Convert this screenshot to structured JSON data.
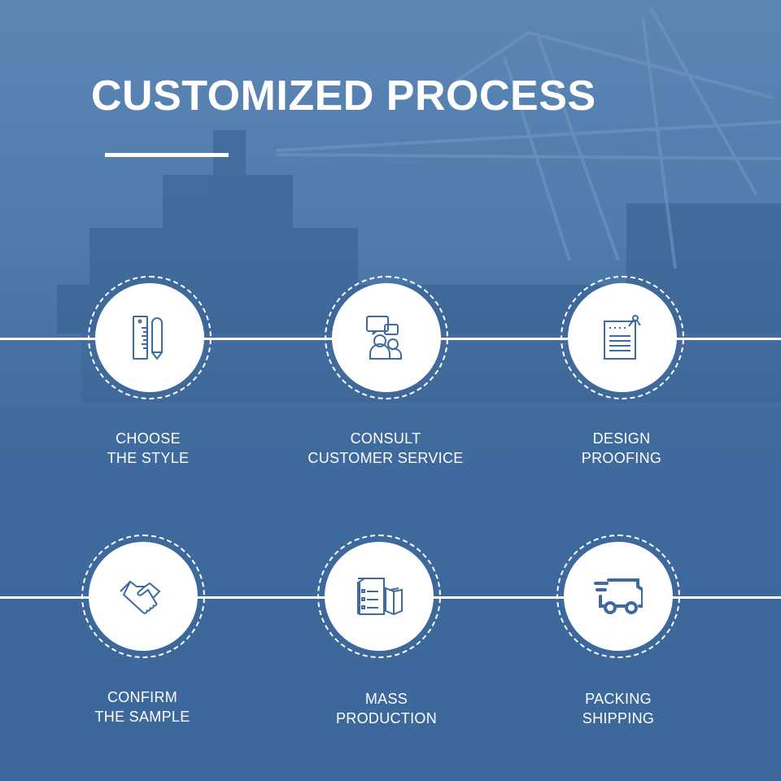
{
  "title": "CUSTOMIZED PROCESS",
  "colors": {
    "accent": "#3d6b9f",
    "background": "#4a76a8"
  },
  "steps": [
    {
      "line1": "CHOOSE",
      "line2": "THE STYLE",
      "icon": "ruler-pencil-icon"
    },
    {
      "line1": "CONSULT",
      "line2": "CUSTOMER SERVICE",
      "icon": "chat-people-icon"
    },
    {
      "line1": "DESIGN",
      "line2": "PROOFING",
      "icon": "document-pin-icon"
    },
    {
      "line1": "CONFIRM",
      "line2": "THE SAMPLE",
      "icon": "handshake-icon"
    },
    {
      "line1": "MASS",
      "line2": "PRODUCTION",
      "icon": "checklist-box-icon"
    },
    {
      "line1": "PACKING",
      "line2": "SHIPPING",
      "icon": "delivery-truck-icon"
    }
  ]
}
